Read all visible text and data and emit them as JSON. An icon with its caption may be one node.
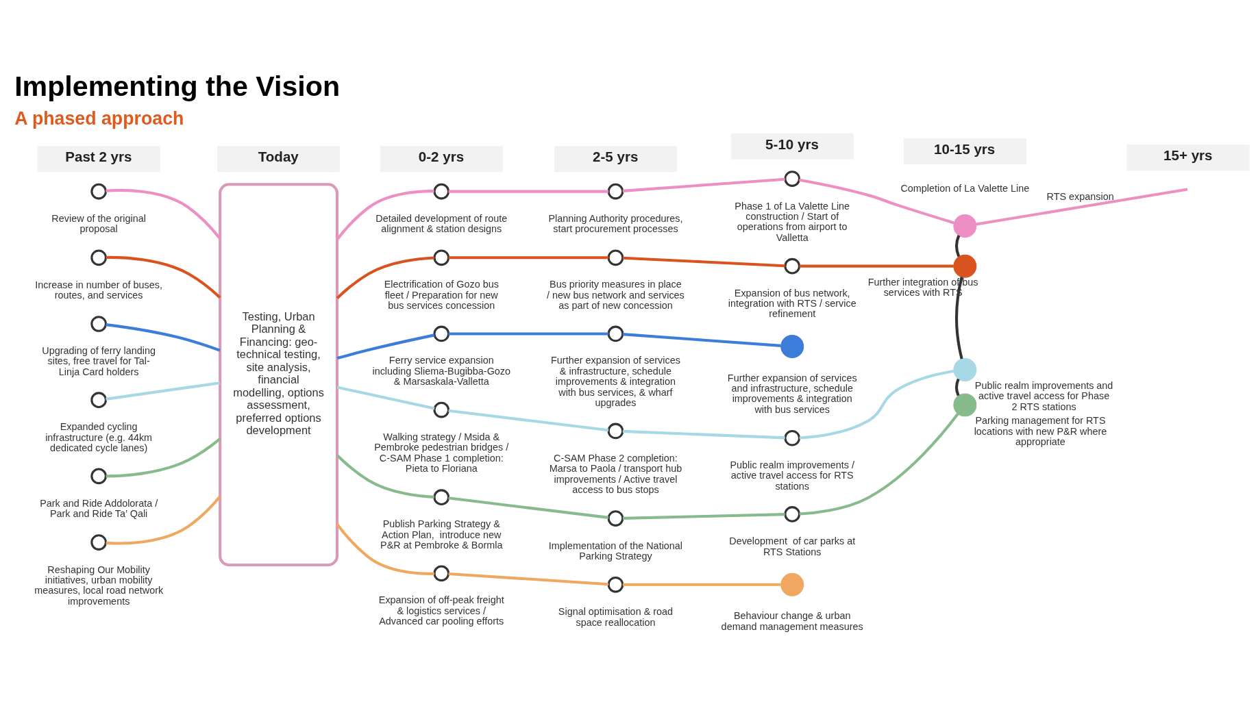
{
  "diagram": {
    "title": "Implementing the Vision",
    "nodes": [
      {
        "text": [],
        "shape": "circle",
        "beside": [
          "Review of the original proposal"
        ]
      },
      {
        "text": [],
        "shape": "circle",
        "beside": [
          "Increase in number of buses, routes, and services"
        ]
      },
      {
        "text": [],
        "shape": "circle",
        "beside": [
          "Upgrading of ferry landing sites, free travel for Tal-Linja Card holders"
        ]
      },
      {
        "text": [],
        "shape": "circle",
        "beside": [
          "Expanded cycling infrastructure (e.g. 44km dedicated cycle lanes)"
        ]
      },
      {
        "text": [],
        "shape": "circle",
        "beside": [
          "Park and Ride Addolorata / Park and Ride Ta’ Qali"
        ]
      },
      {
        "text": [],
        "shape": "circle",
        "beside": [
          "Reshaping Our Mobility initiatives, urban mobility measures, local road network improvements"
        ]
      },
      {
        "text": [
          "Testing, Urban Planning & Financing: geo-technical testing, site analysis, financial modelling, options assessment, preferred options development"
        ]
      },
      {
        "text": [],
        "shape": "circle",
        "beside": [
          "Detailed development of route alignment & station designs"
        ]
      },
      {
        "text": [],
        "shape": "circle",
        "beside": [
          "Electrification of Gozo bus fleet / Preparation for new bus services concession"
        ]
      },
      {
        "text": [],
        "shape": "circle",
        "beside": [
          "Ferry service expansion including Sliema-Bugibba-Gozo & Marsaskala-Valletta"
        ]
      },
      {
        "text": [],
        "shape": "circle",
        "beside": [
          "Walking strategy / Msida & Pembroke pedestrian bridges / C-SAM Phase 1 completion: Pieta to Floriana"
        ]
      },
      {
        "text": [],
        "shape": "circle",
        "beside": [
          "Publish Parking Strategy & Action Plan,  introduce new P&R at Pembroke & Bormla"
        ]
      },
      {
        "text": [],
        "shape": "circle",
        "beside": [
          "Expansion of off-peak freight & logistics services / Advanced car pooling efforts"
        ]
      },
      {
        "text": [],
        "shape": "circle",
        "beside": [
          "Planning Authority procedures, start procurement processes"
        ]
      },
      {
        "text": [],
        "shape": "circle",
        "beside": [
          "Bus priority measures in place / new bus network and services as part of new concession"
        ]
      },
      {
        "text": [],
        "shape": "circle",
        "beside": [
          "Further expansion of services & infrastructure, schedule improvements & integration with bus services, & wharf upgrades"
        ]
      },
      {
        "text": [],
        "shape": "circle",
        "beside": [
          "C-SAM Phase 2 completion: Marsa to Paola / transport hub improvements / Active travel access to bus stops"
        ]
      },
      {
        "text": [],
        "shape": "circle",
        "beside": [
          "Implementation of the National Parking Strategy"
        ]
      },
      {
        "text": [],
        "shape": "circle",
        "beside": [
          "Signal optimisation & road space reallocation"
        ]
      },
      {
        "text": [],
        "shape": "circle",
        "beside": [
          "Phase 1 of La Valette Line construction / Start of operations from airport to Valletta"
        ]
      },
      {
        "text": [],
        "shape": "circle",
        "beside": [
          "Expansion of bus network, integration with RTS / service refinement"
        ]
      },
      {
        "text": [],
        "shape": "circle",
        "beside": [
          "Further expansion of services and infrastructure, schedule improvements & integration with bus services"
        ]
      },
      {
        "text": [],
        "shape": "circle",
        "beside": [
          "Public realm improvements / active travel access for RTS stations"
        ]
      },
      {
        "text": [],
        "shape": "circle",
        "beside": [
          "Development  of car parks at RTS Stations"
        ]
      },
      {
        "text": [],
        "shape": "circle",
        "beside": [
          "Behaviour change & urban demand management measures"
        ]
      },
      {
        "text": [],
        "shape": "circle",
        "beside": [
          "Completion of La Valette Line"
        ]
      },
      {
        "text": [],
        "shape": "circle",
        "beside": [
          "Further integration of bus services with RTS"
        ]
      },
      {
        "text": [],
        "shape": "circle",
        "beside": [
          "Public realm improvements and active travel access for Phase 2 RTS stations"
        ]
      },
      {
        "text": [],
        "shape": "circle",
        "beside": [
          "Parking management for RTS locations with new P&R where appropriate"
        ]
      }
    ],
    "edges": [
      {
        "from": 0,
        "to": 6,
        "arrow": "none",
        "color": "#ee8fc4"
      },
      {
        "from": 1,
        "to": 6,
        "arrow": "none",
        "color": "#d9531e"
      },
      {
        "from": 2,
        "to": 6,
        "arrow": "none",
        "color": "#3b7dd8"
      },
      {
        "from": 3,
        "to": 6,
        "arrow": "none",
        "color": "#a8d8e6"
      },
      {
        "from": 4,
        "to": 6,
        "arrow": "none",
        "color": "#88bb8c"
      },
      {
        "from": 5,
        "to": 6,
        "arrow": "none",
        "color": "#f0a860"
      },
      {
        "from": 6,
        "to": 7,
        "arrow": "none",
        "color": "#ee8fc4"
      },
      {
        "from": 6,
        "to": 8,
        "arrow": "none",
        "color": "#d9531e"
      },
      {
        "from": 6,
        "to": 9,
        "arrow": "none",
        "color": "#3b7dd8"
      },
      {
        "from": 6,
        "to": 10,
        "arrow": "none",
        "color": "#a8d8e6"
      },
      {
        "from": 6,
        "to": 11,
        "arrow": "none",
        "color": "#88bb8c"
      },
      {
        "from": 6,
        "to": 12,
        "arrow": "none",
        "color": "#f0a860"
      },
      {
        "from": 7,
        "to": 13,
        "arrow": "none",
        "color": "#ee8fc4"
      },
      {
        "from": 8,
        "to": 14,
        "arrow": "none",
        "color": "#d9531e"
      },
      {
        "from": 9,
        "to": 15,
        "arrow": "none",
        "color": "#3b7dd8"
      },
      {
        "from": 10,
        "to": 16,
        "arrow": "none",
        "color": "#a8d8e6"
      },
      {
        "from": 11,
        "to": 17,
        "arrow": "none",
        "color": "#88bb8c"
      },
      {
        "from": 12,
        "to": 18,
        "arrow": "none",
        "color": "#f0a860"
      },
      {
        "from": 13,
        "to": 19,
        "arrow": "none",
        "color": "#ee8fc4"
      },
      {
        "from": 14,
        "to": 20,
        "arrow": "none",
        "color": "#d9531e"
      },
      {
        "from": 15,
        "to": 21,
        "arrow": "none",
        "color": "#3b7dd8"
      },
      {
        "from": 16,
        "to": 22,
        "arrow": "none",
        "color": "#a8d8e6"
      },
      {
        "from": 17,
        "to": 23,
        "arrow": "none",
        "color": "#88bb8c"
      },
      {
        "from": 18,
        "to": 24,
        "arrow": "none",
        "color": "#f0a860"
      },
      {
        "from": 19,
        "to": 25,
        "arrow": "none",
        "color": "#ee8fc4"
      },
      {
        "from": 20,
        "to": 26,
        "arrow": "none",
        "color": "#d9531e"
      },
      {
        "from": 22,
        "to": 27,
        "arrow": "none",
        "color": "#a8d8e6"
      },
      {
        "from": 23,
        "to": 28,
        "arrow": "none",
        "color": "#88bb8c"
      },
      {
        "from": 25,
        "to": 26,
        "arrow": "none",
        "color": "#333333"
      },
      {
        "from": 26,
        "to": 27,
        "arrow": "none",
        "color": "#333333"
      },
      {
        "from": 27,
        "to": 28,
        "arrow": "none",
        "color": "#333333"
      },
      {
        "from": 25,
        "to": null,
        "arrow": "none",
        "label": "RTS expansion",
        "color": "#ee8fc4"
      }
    ],
    "labels": [
      "A phased approach",
      "Past 2 yrs",
      "Today",
      "0-2 yrs",
      "2-5 yrs",
      "5-10 yrs",
      "10-15 yrs",
      "15+ yrs"
    ]
  }
}
